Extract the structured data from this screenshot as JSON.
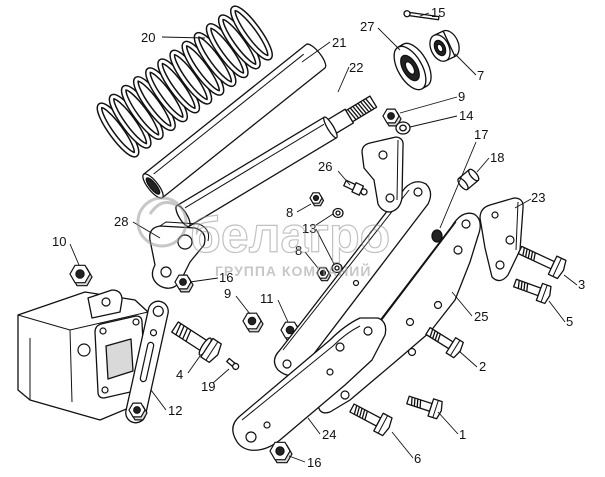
{
  "callouts": [
    "15",
    "27",
    "7",
    "20",
    "21",
    "22",
    "9",
    "14",
    "17",
    "18",
    "26",
    "23",
    "8",
    "13",
    "8",
    "28",
    "10",
    "16",
    "3",
    "9",
    "11",
    "25",
    "5",
    "2",
    "4",
    "19",
    "12",
    "1",
    "24",
    "6",
    "16"
  ],
  "watermark": {
    "wordmark": "белагро",
    "tagline": "ГРУППА КОМПАНИЙ"
  },
  "colors": {
    "line": "#111111",
    "watermark": "#9a9a9a"
  }
}
